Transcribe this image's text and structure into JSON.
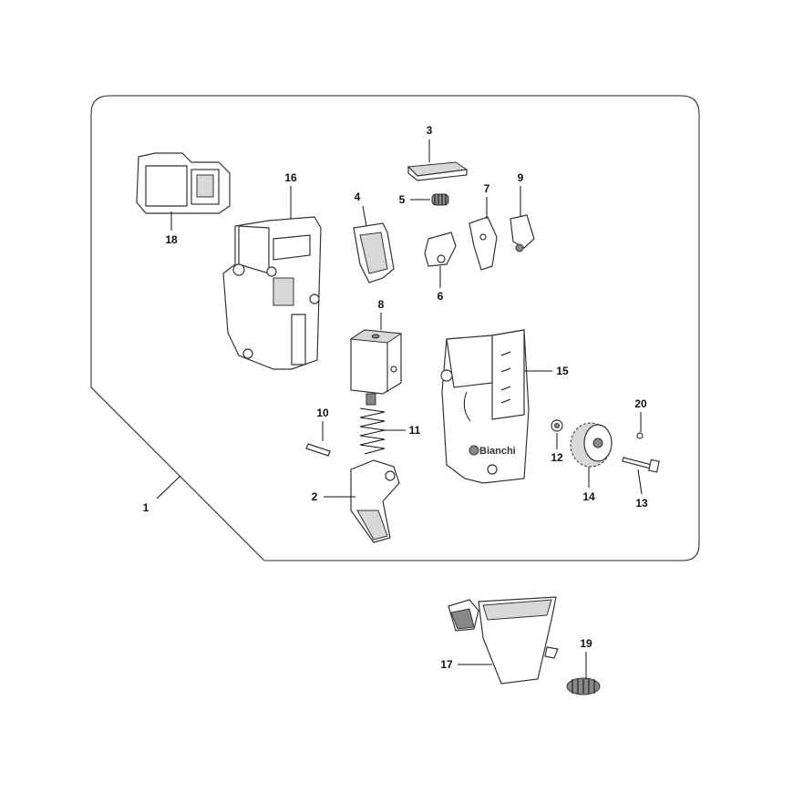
{
  "diagram": {
    "type": "exploded-parts-view",
    "labels": [
      "1",
      "2",
      "3",
      "4",
      "5",
      "6",
      "7",
      "8",
      "9",
      "10",
      "11",
      "12",
      "13",
      "14",
      "15",
      "16",
      "17",
      "18",
      "19",
      "20"
    ],
    "brand_logo_text": "Bianchi"
  }
}
